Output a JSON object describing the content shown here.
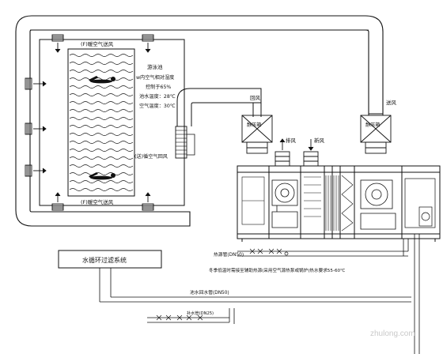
{
  "labels": {
    "supply_top": "(F)暖空气送风",
    "supply_bottom": "(F)暖空气送风",
    "return_label": "(送)循空气回风",
    "pool_title": "游泳池",
    "pool_line1": "w内空气相对湿度",
    "pool_line2": "控制于65%",
    "pool_line3": "池水温度：28℃",
    "pool_line4": "空气温度：30℃",
    "return_air": "回风",
    "supply_air": "送风",
    "exhaust": "排风",
    "fresh_air": "新风",
    "silencer_left": "静压箱",
    "silencer_right": "静压箱",
    "heat_pipe": "热源管(DN50)",
    "winter_note": "冬季低温时需接至辅助热源(采用空气源热泵或锅炉)热水要求55-60℃",
    "filter_system": "水循环过滤系统",
    "water_pipe": "池水回水管(DN50)",
    "pipe_small": "补水管(DN25)"
  },
  "watermark": "zhulong.com"
}
